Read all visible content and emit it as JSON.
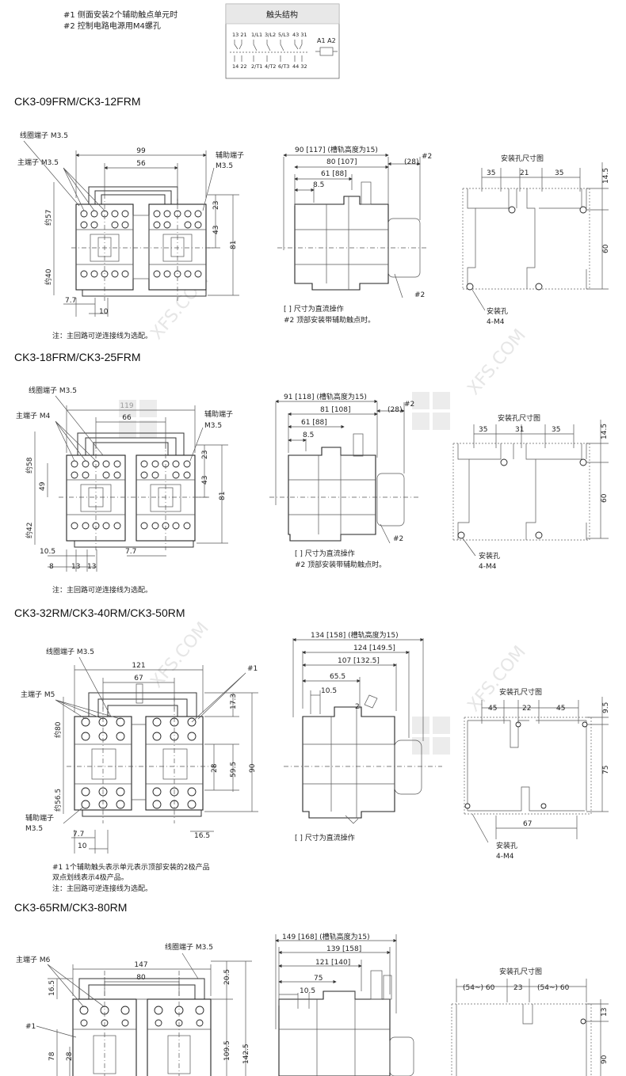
{
  "top_notes": [
    "#1 侧面安装2个辅助触点单元时",
    "#2 控制电路电源用M4螺孔"
  ],
  "contact_box": {
    "title": "触头结构",
    "top_row": [
      "13 21",
      "1/L1",
      "3/L2",
      "5/L3",
      "43 31"
    ],
    "bottom_row": [
      "14 22",
      "2/T1",
      "4/T2",
      "6/T3",
      "44 32"
    ],
    "coil": "A1 A2"
  },
  "sections": [
    {
      "title": "CK3-09FRM/CK3-12FRM",
      "front": {
        "coil": "线圈端子 M3.5",
        "main": "主端子  M3.5",
        "aux": "辅助端子",
        "aux2": "M3.5",
        "dims": [
          "99",
          "56",
          "23",
          "43",
          "81",
          "约57",
          "约40",
          "7.7",
          "10"
        ]
      },
      "side": {
        "dims": [
          "90 [117] (槽轨高度为15)",
          "80 [107]",
          "61 [88]",
          "8.5",
          "(28)",
          "#2",
          "#2"
        ]
      },
      "side_notes": [
        "[ ] 尺寸为直流操作",
        "#2 顶部安装带辅助触点时。"
      ],
      "mount": {
        "title": "安装孔尺寸图",
        "dims": [
          "35",
          "21",
          "35",
          "14.5",
          "60"
        ],
        "hole": "安装孔",
        "hole2": "4-M4"
      },
      "note": "注：主回路可逆连接线为选配。"
    },
    {
      "title": "CK3-18FRM/CK3-25FRM",
      "front": {
        "coil": "线圈端子  M3.5",
        "main": "主端子 M4",
        "aux": "辅助端子",
        "aux2": "M3.5",
        "dims": [
          "119",
          "66",
          "23",
          "43",
          "81",
          "约58",
          "49",
          "约42",
          "10.5",
          "7.7",
          "8",
          "13",
          "13"
        ]
      },
      "side": {
        "dims": [
          "91 [118] (槽轨高度为15)",
          "81 [108]",
          "61 [88]",
          "8.5",
          "(28)",
          "#2",
          "#2"
        ]
      },
      "side_notes": [
        "[ ] 尺寸为直流操作",
        "#2 顶部安装带辅助触点时。"
      ],
      "mount": {
        "title": "安装孔尺寸图",
        "dims": [
          "35",
          "31",
          "35",
          "14.5",
          "60"
        ],
        "hole": "安装孔",
        "hole2": "4-M4"
      },
      "note": "注：主回路可逆连接线为选配。"
    },
    {
      "title": "CK3-32RM/CK3-40RM/CK3-50RM",
      "front": {
        "coil": "线圈端子 M3.5",
        "main": "主端子 M5",
        "aux": "辅助端子",
        "aux2": "M3.5",
        "mark": "#1",
        "dims": [
          "121",
          "67",
          "17.3",
          "28",
          "59.5",
          "90",
          "约80",
          "约56.5",
          "7.7",
          "10",
          "16.5"
        ]
      },
      "side": {
        "dims": [
          "134 [158] (槽轨高度为15)",
          "124 [149.5]",
          "107 [132.5]",
          "65.5",
          "10.5",
          "2"
        ]
      },
      "side_notes": [
        "[ ] 尺寸为直流操作"
      ],
      "mount": {
        "title": "安装孔尺寸图",
        "dims": [
          "45",
          "22",
          "45",
          "9.5",
          "75",
          "67"
        ],
        "hole": "安装孔",
        "hole2": "4-M4"
      },
      "notes": [
        "#1  1个辅助触头表示单元表示顶部安装的2极产品",
        "双点划线表示4极产品。",
        "注：主回路可逆连接线为选配。"
      ]
    },
    {
      "title": "CK3-65RM/CK3-80RM",
      "front": {
        "coil": "线圈端子 M3.5",
        "main": "主端子 M6",
        "mark": "#1",
        "dims": [
          "147",
          "80",
          "20.5",
          "16.5",
          "109.5",
          "142.5",
          "78",
          "28"
        ]
      },
      "side": {
        "dims": [
          "149 [168] (槽轨高度为15)",
          "139 [158]",
          "121 [140]",
          "75",
          "10.5"
        ]
      },
      "mount": {
        "title": "安装孔尺寸图",
        "dims": [
          "(54~) 60",
          "23",
          "(54~) 60",
          "13",
          "90"
        ]
      }
    }
  ],
  "watermark": "XFS.COM"
}
